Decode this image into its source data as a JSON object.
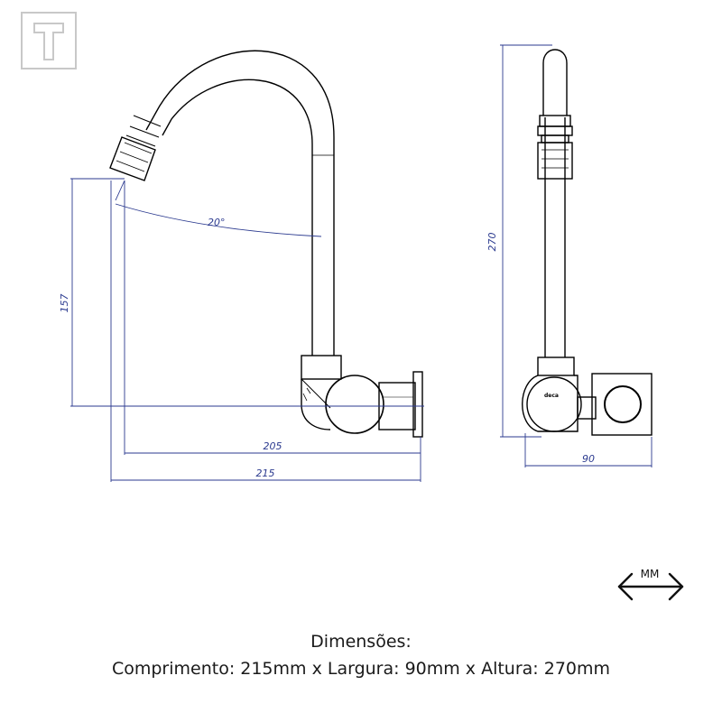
{
  "drawing": {
    "dimensions": {
      "height_side": "157",
      "angle": "20°",
      "length_short": "205",
      "length_total": "215",
      "height_total": "270",
      "width": "90"
    },
    "brand_mark": "deca",
    "unit_label": "MM",
    "colors": {
      "dimension": "#2b3a8f",
      "outline": "#000000",
      "logo": "#c8c8c8"
    },
    "logo_icon": "t-letter-logo-icon",
    "unit_icon": "double-arrow-icon"
  },
  "caption": {
    "title": "Dimensões:",
    "text": "Comprimento: 215mm x Largura: 90mm x Altura: 270mm"
  }
}
